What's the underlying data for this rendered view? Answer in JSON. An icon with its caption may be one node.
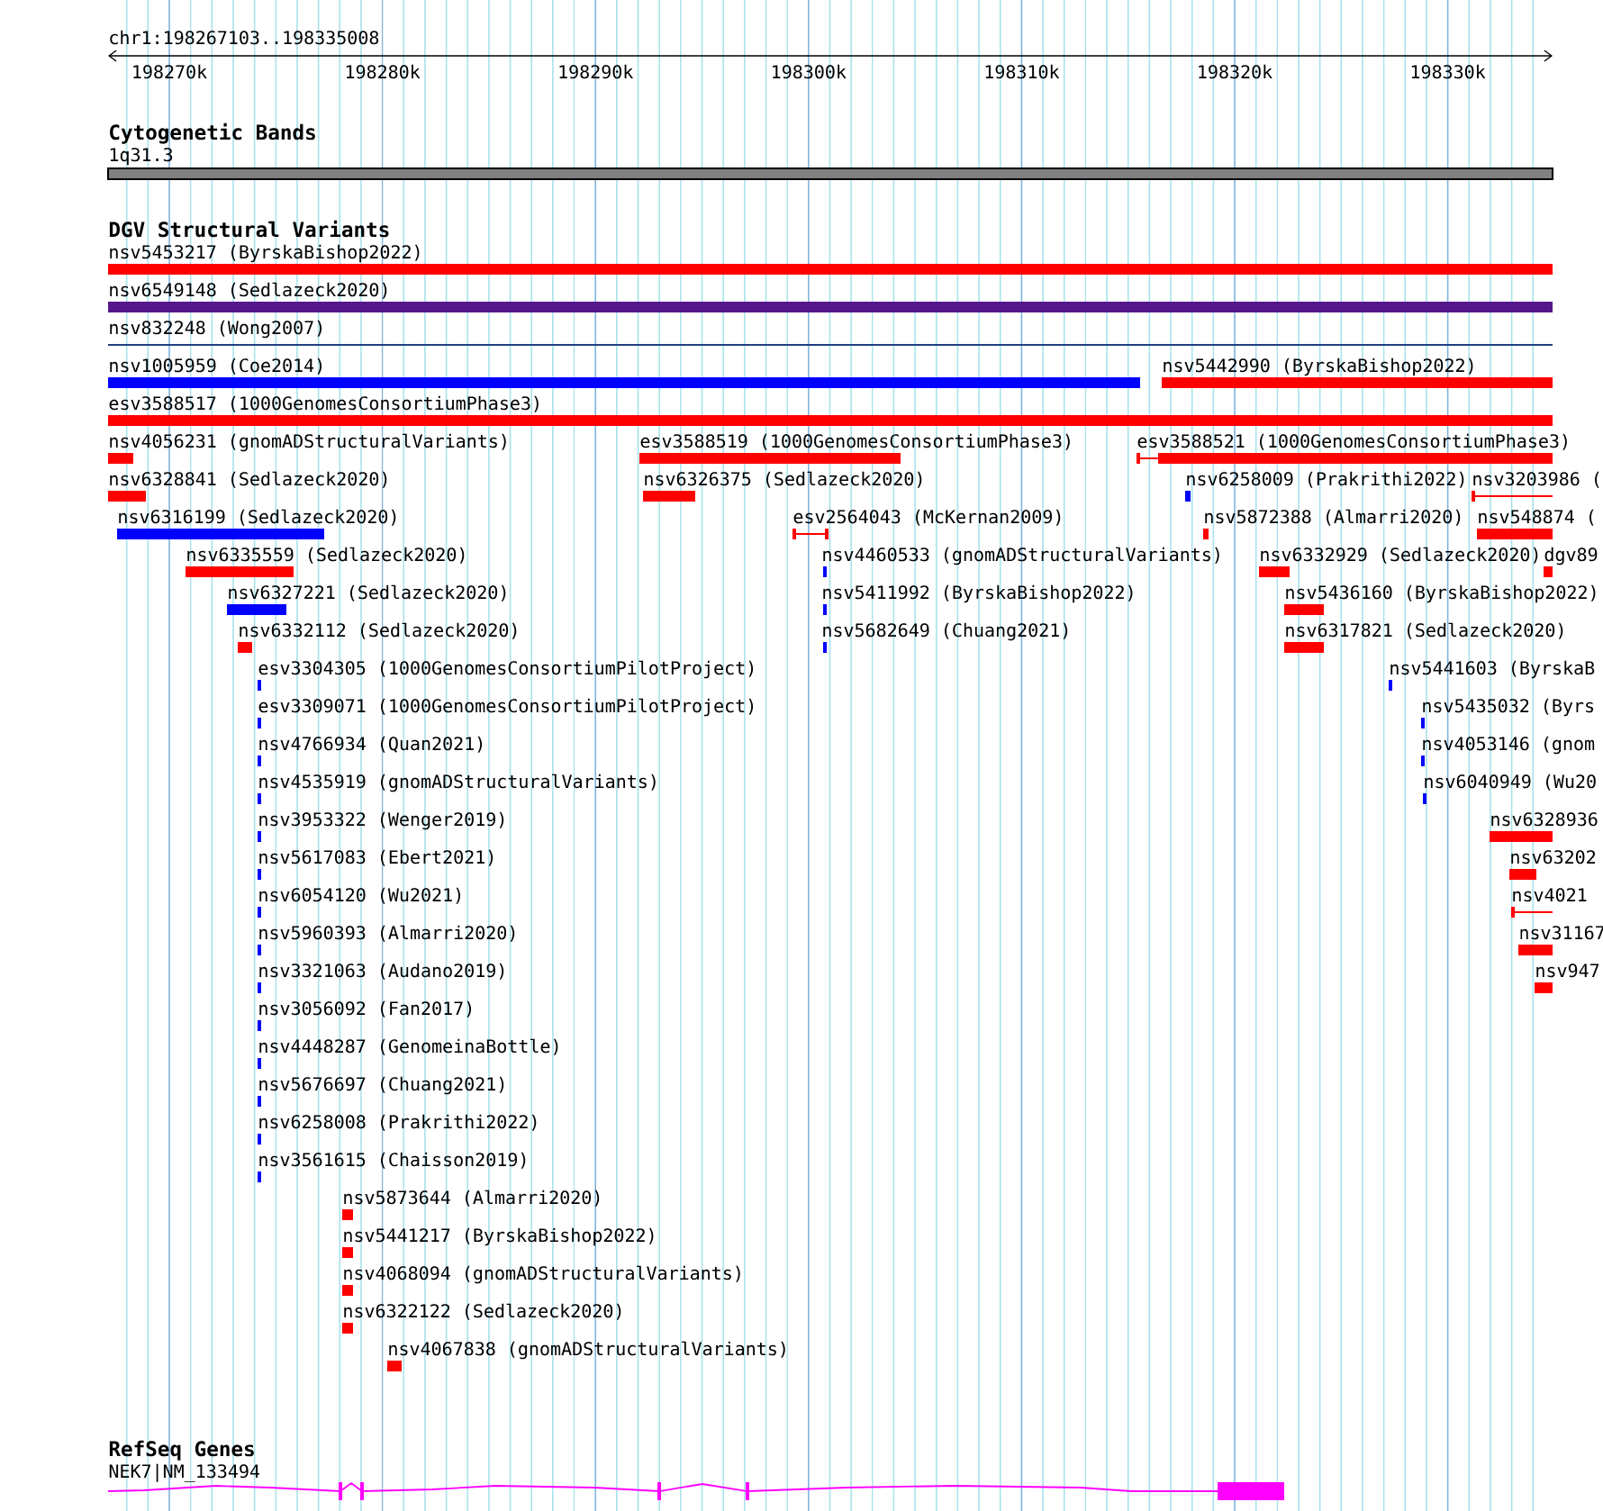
{
  "diagram": {
    "labels": [
      "chr1:198267103..198335008",
      "198270k",
      "198280k",
      "198290k",
      "198300k",
      "198310k",
      "198320k",
      "198330k",
      "Cytogenetic Bands",
      "1q31.3",
      "DGV Structural Variants",
      "nsv5453217 (ByrskaBishop2022)",
      "nsv6549148 (Sedlazeck2020)",
      "nsv832248 (Wong2007)",
      "nsv1005959 (Coe2014)",
      "nsv5442990 (ByrskaBishop2022)",
      "esv3588517 (1000GenomesConsortiumPhase3)",
      "nsv4056231 (gnomADStructuralVariants)",
      "esv3588519 (1000GenomesConsortiumPhase3)",
      "esv3588521 (1000GenomesConsortiumPhase3)",
      "nsv6328841 (Sedlazeck2020)",
      "nsv6326375 (Sedlazeck2020)",
      "nsv6258009 (Prakrithi2022)",
      "nsv3203986 (",
      "nsv6316199 (Sedlazeck2020)",
      "esv2564043 (McKernan2009)",
      "nsv5872388 (Almarri2020)",
      "nsv548874 (",
      "nsv6335559 (Sedlazeck2020)",
      "nsv4460533 (gnomADStructuralVariants)",
      "nsv6332929 (Sedlazeck2020)",
      "dgv89",
      "nsv6327221 (Sedlazeck2020)",
      "nsv5411992 (ByrskaBishop2022)",
      "nsv5436160 (ByrskaBishop2022)",
      "nsv6332112 (Sedlazeck2020)",
      "nsv5682649 (Chuang2021)",
      "nsv6317821 (Sedlazeck2020)",
      "esv3304305 (1000GenomesConsortiumPilotProject)",
      "nsv5441603 (ByrskaB",
      "esv3309071 (1000GenomesConsortiumPilotProject)",
      "nsv5435032 (Byrs",
      "nsv4766934 (Quan2021)",
      "nsv4053146 (gnom",
      "nsv4535919 (gnomADStructuralVariants)",
      "nsv6040949 (Wu20",
      "nsv3953322 (Wenger2019)",
      "nsv6328936",
      "nsv5617083 (Ebert2021)",
      "nsv63202",
      "nsv6054120 (Wu2021)",
      "nsv4021",
      "nsv5960393 (Almarri2020)",
      "nsv31167",
      "nsv3321063 (Audano2019)",
      "nsv947",
      "nsv3056092 (Fan2017)",
      "nsv4448287 (GenomeinaBottle)",
      "nsv5676697 (Chuang2021)",
      "nsv6258008 (Prakrithi2022)",
      "nsv3561615 (Chaisson2019)",
      "nsv5873644 (Almarri2020)",
      "nsv5441217 (ByrskaBishop2022)",
      "nsv4068094 (gnomADStructuralVariants)",
      "nsv6322122 (Sedlazeck2020)",
      "nsv4067838 (gnomADStructuralVariants)",
      "RefSeq Genes",
      "NEK7|NM_133494"
    ]
  }
}
